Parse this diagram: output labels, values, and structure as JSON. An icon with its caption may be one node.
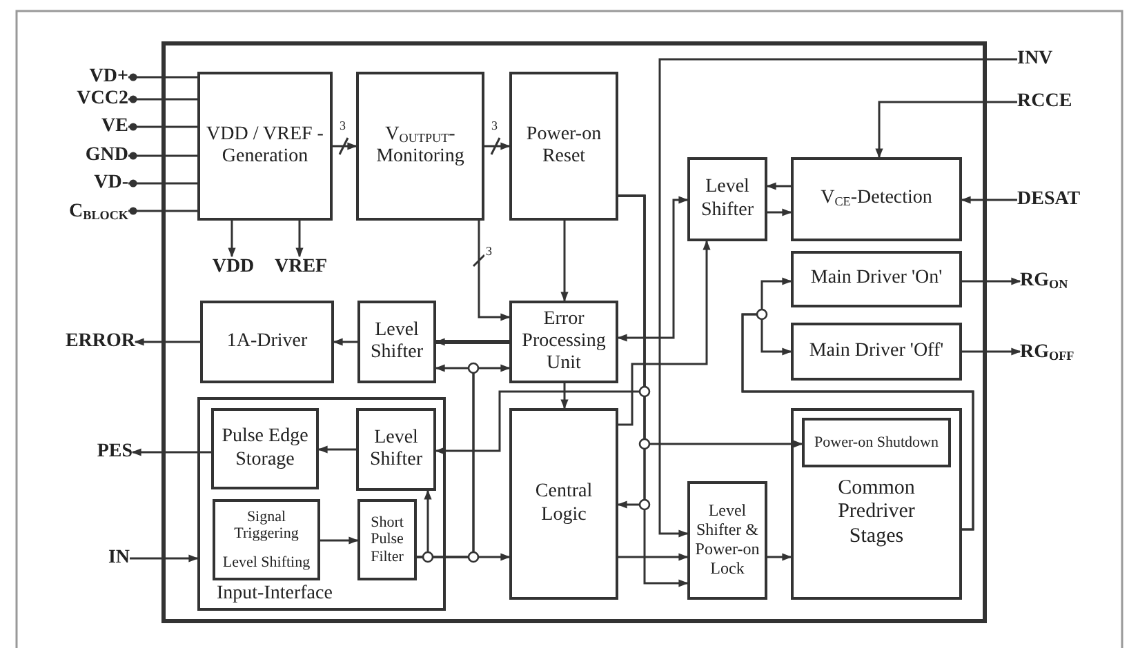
{
  "diagram": {
    "nodes": [
      {
        "text": [],
        "shape": "box"
      },
      {
        "text": [
          "VD+"
        ]
      },
      {
        "text": [
          "VCC2"
        ]
      },
      {
        "text": [
          "VE"
        ]
      },
      {
        "text": [
          "GND"
        ]
      },
      {
        "text": [
          "VD-"
        ]
      },
      {
        "text": [
          "C$_{BLOCK}$"
        ]
      },
      {
        "text": [
          "VDD / VREF - Generation"
        ],
        "in": 0
      },
      {
        "text": [
          "V$_{OUTPUT}$- Monitoring"
        ],
        "in": 0
      },
      {
        "text": [
          "Power-on Reset"
        ],
        "in": 0
      },
      {
        "text": [
          "VDD"
        ],
        "in": 0
      },
      {
        "text": [
          "VREF"
        ],
        "in": 0
      },
      {
        "text": [
          "Level Shifter"
        ],
        "in": 0
      },
      {
        "text": [
          "V$_{CE}$-Detection"
        ],
        "in": 0
      },
      {
        "text": [
          "INV"
        ]
      },
      {
        "text": [
          "RCCE"
        ]
      },
      {
        "text": [
          "DESAT"
        ]
      },
      {
        "text": [
          "Main Driver 'On'"
        ],
        "in": 0
      },
      {
        "text": [
          "RG$_{ON}$"
        ]
      },
      {
        "text": [
          "1A-Driver"
        ],
        "in": 0
      },
      {
        "text": [
          "Level Shifter"
        ],
        "in": 0
      },
      {
        "text": [
          "Error Processing Unit"
        ],
        "in": 0
      },
      {
        "text": [
          "Main Driver 'Off'"
        ],
        "in": 0
      },
      {
        "text": [
          "RG$_{OFF}$"
        ]
      },
      {
        "text": [
          "ERROR"
        ]
      },
      {
        "text": [
          "Input-Interface"
        ],
        "in": 0
      },
      {
        "text": [
          "Pulse Edge Storage"
        ],
        "in": 25
      },
      {
        "text": [
          "Level Shifter"
        ],
        "in": 25
      },
      {
        "text": [
          "Signal Triggering",
          "Level Shifting"
        ],
        "in": 25
      },
      {
        "text": [
          "Short Pulse Filter"
        ],
        "in": 25
      },
      {
        "text": [
          "Central Logic"
        ],
        "in": 0
      },
      {
        "text": [
          "Level Shifter & Power-on Lock"
        ],
        "in": 0
      },
      {
        "text": [
          "Common Predriver Stages"
        ],
        "in": 0
      },
      {
        "text": [
          "Power-on Shutdown"
        ],
        "in": 32
      },
      {
        "text": [
          "PES"
        ]
      },
      {
        "text": [
          "IN"
        ]
      }
    ],
    "edges": [
      {
        "from": 1,
        "to": 7,
        "arrow": "other"
      },
      {
        "from": 2,
        "to": 7,
        "arrow": "other"
      },
      {
        "from": 3,
        "to": 7,
        "arrow": "other"
      },
      {
        "from": 4,
        "to": 7,
        "arrow": "other"
      },
      {
        "from": 5,
        "to": 7,
        "arrow": "other"
      },
      {
        "from": 6,
        "to": 7,
        "arrow": "other"
      },
      {
        "from": 7,
        "to": 8,
        "arrow": "to",
        "label": "3"
      },
      {
        "from": 8,
        "to": 9,
        "arrow": "to",
        "label": "3"
      },
      {
        "from": 7,
        "to": 10,
        "arrow": "to"
      },
      {
        "from": 7,
        "to": 11,
        "arrow": "to"
      },
      {
        "from": 8,
        "to": 21,
        "arrow": "to",
        "label": "3"
      },
      {
        "from": 9,
        "to": 21,
        "arrow": "to"
      },
      {
        "from": 9,
        "to": 27,
        "arrow": "to"
      },
      {
        "from": 9,
        "to": 33,
        "arrow": "to"
      },
      {
        "from": 9,
        "to": 30,
        "arrow": "to"
      },
      {
        "from": 9,
        "to": 31,
        "arrow": "to"
      },
      {
        "from": 14,
        "to": 31,
        "arrow": "to"
      },
      {
        "from": 15,
        "to": 13,
        "arrow": "to"
      },
      {
        "from": 16,
        "to": 13,
        "arrow": "to"
      },
      {
        "from": 13,
        "to": 12,
        "arrow": "to"
      },
      {
        "from": 12,
        "to": 13,
        "arrow": "to"
      },
      {
        "from": 12,
        "to": 21,
        "arrow": "both"
      },
      {
        "from": 30,
        "to": 12,
        "arrow": "to"
      },
      {
        "from": 17,
        "to": 18,
        "arrow": "to"
      },
      {
        "from": 22,
        "to": 23,
        "arrow": "to"
      },
      {
        "from": 32,
        "to": 17,
        "arrow": "to"
      },
      {
        "from": 32,
        "to": 22,
        "arrow": "to"
      },
      {
        "from": 21,
        "to": 20,
        "arrow": "to",
        "style": "thick"
      },
      {
        "from": 20,
        "to": 19,
        "arrow": "to"
      },
      {
        "from": 19,
        "to": 24,
        "arrow": "to"
      },
      {
        "from": 21,
        "to": 30,
        "arrow": "to"
      },
      {
        "from": 27,
        "to": 26,
        "arrow": "to"
      },
      {
        "from": 26,
        "to": 34,
        "arrow": "to"
      },
      {
        "from": 35,
        "to": 25,
        "arrow": "to"
      },
      {
        "from": 28,
        "to": 29,
        "arrow": "to"
      },
      {
        "from": 29,
        "to": 27,
        "arrow": "to"
      },
      {
        "from": 29,
        "to": 30,
        "arrow": "to"
      },
      {
        "from": 29,
        "to": 20,
        "arrow": "to"
      },
      {
        "from": 29,
        "to": 21,
        "arrow": "to"
      },
      {
        "from": 30,
        "to": 31,
        "arrow": "to"
      },
      {
        "from": 31,
        "to": 32,
        "arrow": "to"
      }
    ]
  }
}
